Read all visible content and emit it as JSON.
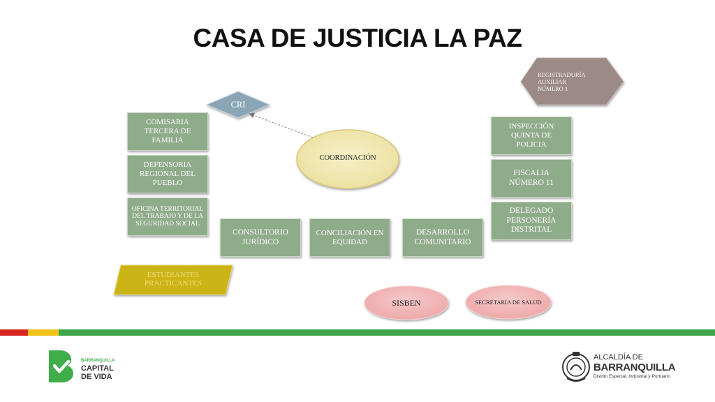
{
  "title": "CASA DE JUSTICIA  LA PAZ",
  "nodes": {
    "registraduria": "REGISTRADURÍA AUXILIAR NÚMERO  1",
    "cri": "CRI",
    "coordinacion": "COORDINACIÓN",
    "comisaria": "COMISARIA TERCERA DE FAMILIA",
    "defensoria": "DEFENSORIA REGIONAL DEL PUEBLO",
    "oficina": "OFICINA TERRITORIAL DEL TRABAJO Y DE LA SEGURIDAD SOCIAL",
    "consultorio": "CONSULTORIO JURÍDICO",
    "conciliacion": "CONCILIACIÓN EN EQUIDAD",
    "desarrollo": "DESARROLLO COMUNITARIO",
    "inspeccion": "INSPECCIÓN QUINTA DE POLICIA",
    "fiscalia": "FISCALIA NÚMERO 11",
    "delegado": "DELEGADO PERSONERÍA DISTRITAL",
    "estudiantes": "ESTUDIANTES PRACTICANTES",
    "sisben": "SISBEN",
    "secretaria": "SECRETARÍA DE SALUD"
  },
  "footer": {
    "left_logo_line1": "BARRANQUILLA",
    "left_logo_line2": "CAPITAL",
    "left_logo_line3": "DE VIDA",
    "right_logo_line1": "ALCALDÍA DE",
    "right_logo_line2": "BARRANQUILLA",
    "right_logo_line3": "Distrito Especial, Industrial y Portuario"
  },
  "colors": {
    "box_green": "#8fac8a",
    "hexagon": "#9b8a85",
    "diamond": "#8aa6b6",
    "coordinacion_fill": "#f0e7b0",
    "parallelogram": "#cdb417",
    "pink_oval": "#f0b2b2",
    "stripe_red": "#d7261e",
    "stripe_yellow": "#f2c21b",
    "stripe_green": "#3ea64a",
    "logo_green": "#3fae49"
  }
}
